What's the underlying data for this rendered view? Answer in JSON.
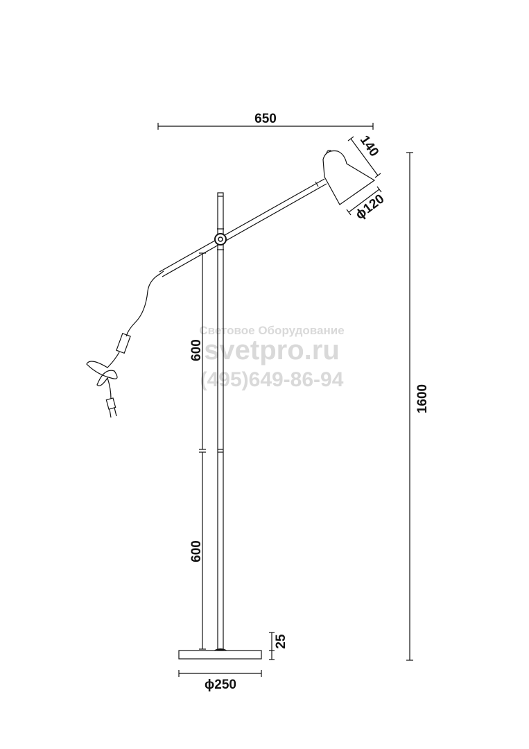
{
  "dimensions": {
    "arm_reach": "650",
    "shade_length": "140",
    "shade_diameter": "ϕ120",
    "total_height": "1600",
    "upper_pole": "600",
    "lower_pole": "600",
    "base_height": "25",
    "base_diameter": "ϕ250"
  },
  "watermark": {
    "line1": "Световое Оборудование",
    "line2": "svetpro.ru",
    "line3": "(495)649-86-94"
  }
}
